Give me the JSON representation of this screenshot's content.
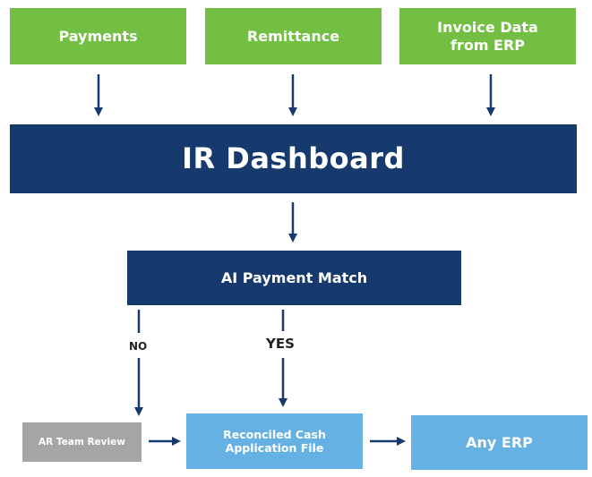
{
  "inputs": {
    "payments": "Payments",
    "remittance": "Remittance",
    "invoice_line1": "Invoice Data",
    "invoice_line2": "from ERP"
  },
  "dashboard": {
    "title": "IR Dashboard"
  },
  "match": {
    "label": "AI Payment Match"
  },
  "branches": {
    "no": "NO",
    "yes": "YES"
  },
  "outputs": {
    "ar_review": "AR Team Review",
    "reconciled_line1": "Reconciled Cash",
    "reconciled_line2": "Application File",
    "any_erp": "Any ERP"
  },
  "colors": {
    "green": "#72bf44",
    "navy": "#173a6e",
    "gray": "#a3a5a6",
    "light_blue": "#65b1e3",
    "arrow": "#173a6e"
  }
}
